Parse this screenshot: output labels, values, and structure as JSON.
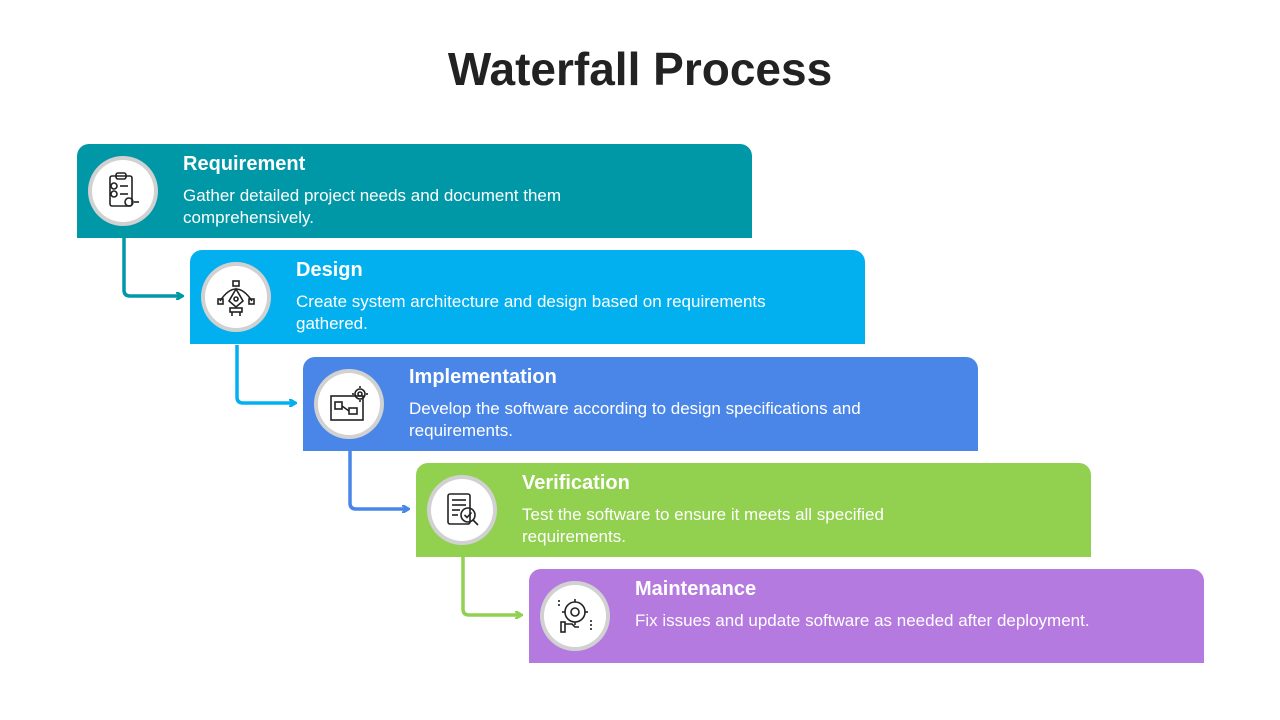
{
  "title": "Waterfall Process",
  "steps": [
    {
      "title": "Requirement",
      "description": "Gather detailed project needs and document them comprehensively.",
      "color": "#0097A7",
      "icon": "checklist-icon"
    },
    {
      "title": "Design",
      "description": "Create system architecture and design based on requirements gathered.",
      "color": "#03B0EF",
      "icon": "pen-tool-icon"
    },
    {
      "title": "Implementation",
      "description": "Develop the software according to design specifications and requirements.",
      "color": "#4A86E8",
      "icon": "blueprint-gear-icon"
    },
    {
      "title": "Verification",
      "description": "Test the software to ensure it meets all specified requirements.",
      "color": "#92D050",
      "icon": "document-check-icon"
    },
    {
      "title": "Maintenance",
      "description": "Fix issues and update software as needed after deployment.",
      "color": "#B57AE0",
      "icon": "gear-wrench-icon"
    }
  ]
}
